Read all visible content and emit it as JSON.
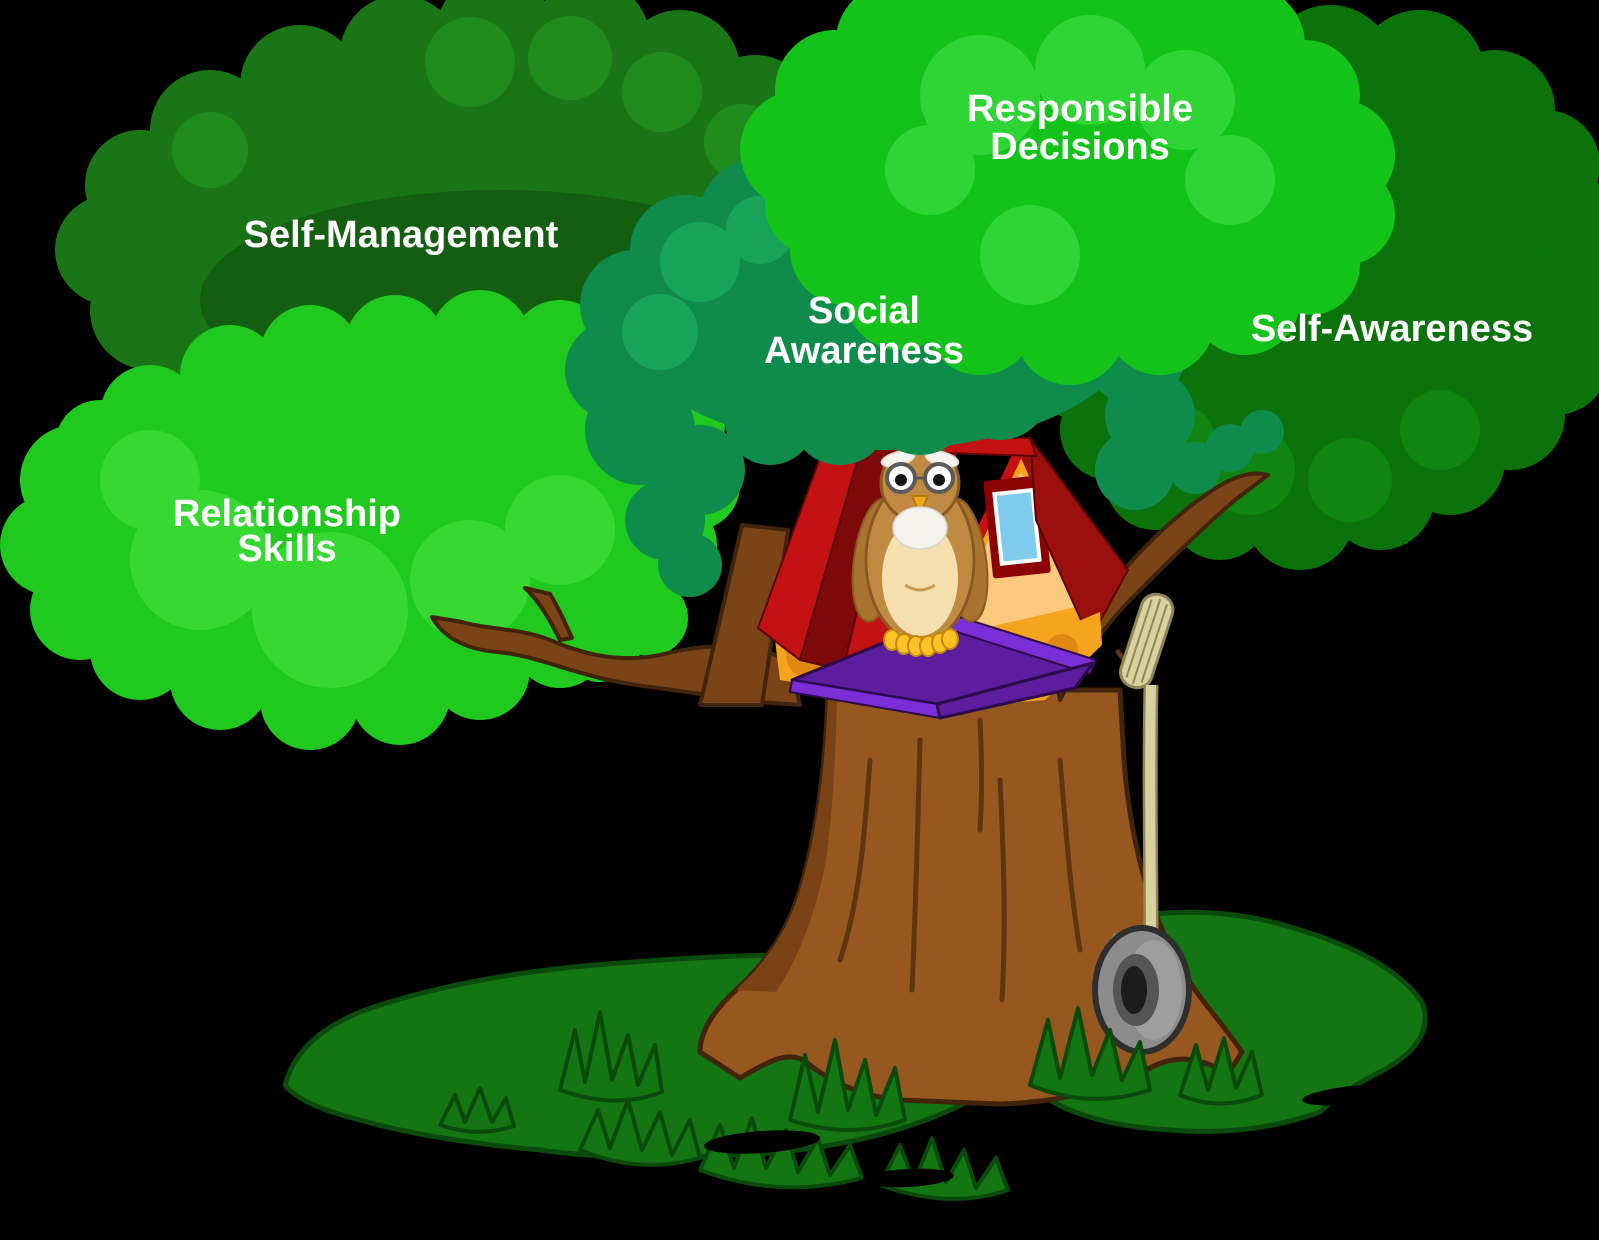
{
  "labels": {
    "self_management": {
      "text": "Self-Management"
    },
    "responsible_decisions": {
      "line1": "Responsible",
      "line2": "Decisions"
    },
    "social_awareness": {
      "line1": "Social",
      "line2": "Awareness"
    },
    "self_awareness": {
      "text": "Self-Awareness"
    },
    "relationship_skills": {
      "line1": "Relationship",
      "line2": "Skills"
    }
  },
  "colors": {
    "bg": "#000000",
    "text": "#ffffff",
    "cloud-sm": "#1a7517",
    "cloud-sm-shade": "#135e11",
    "cloud-sm-light": "#1f8b1d",
    "cloud-rd": "#13c31a",
    "cloud-rd-light": "#2fd435",
    "cloud-rs": "#20c91d",
    "cloud-rs-light": "#35d932",
    "cloud-so": "#0f8c4b",
    "cloud-so-light": "#18a458",
    "cloud-sa": "#0c730c",
    "cloud-sa-light": "#118511",
    "trunk": "#96581f",
    "trunk-shade": "#7a4315",
    "trunk-line": "#5e3412",
    "trunk-outline": "#42240c",
    "branch": "#7a4417",
    "roof-red": "#c41111",
    "roof-maroon": "#7e0a0a",
    "roof-dark": "#9c0f0f",
    "roof-outline": "#5a0707",
    "wall": "#f5a41d",
    "wall-light": "#fbc97e",
    "wall-shade": "#e08912",
    "wall-maroon": "#8a2f0e",
    "frame-red": "#8b0000",
    "glass": "#7fcbee",
    "platform": "#5c1d9e",
    "platform-bright": "#7a2fd6",
    "platform-outline": "#2e0a4a",
    "owl-body": "#c08a42",
    "owl-wing": "#a9742f",
    "owl-belly": "#f6dfae",
    "owl-white": "#f5f3ee",
    "owl-beak": "#f2a71b",
    "owl-feet": "#ffc125",
    "owl-outline": "#8a5a20",
    "rope": "#d9d2a0",
    "rope-line": "#8f8757",
    "tire": "#8c8c8c",
    "tire-dark": "#2e2e2e",
    "tire-mid": "#555555",
    "tire-hi": "#9e9e9e",
    "grass": "#137613",
    "grass-line": "#0a4a0a"
  }
}
